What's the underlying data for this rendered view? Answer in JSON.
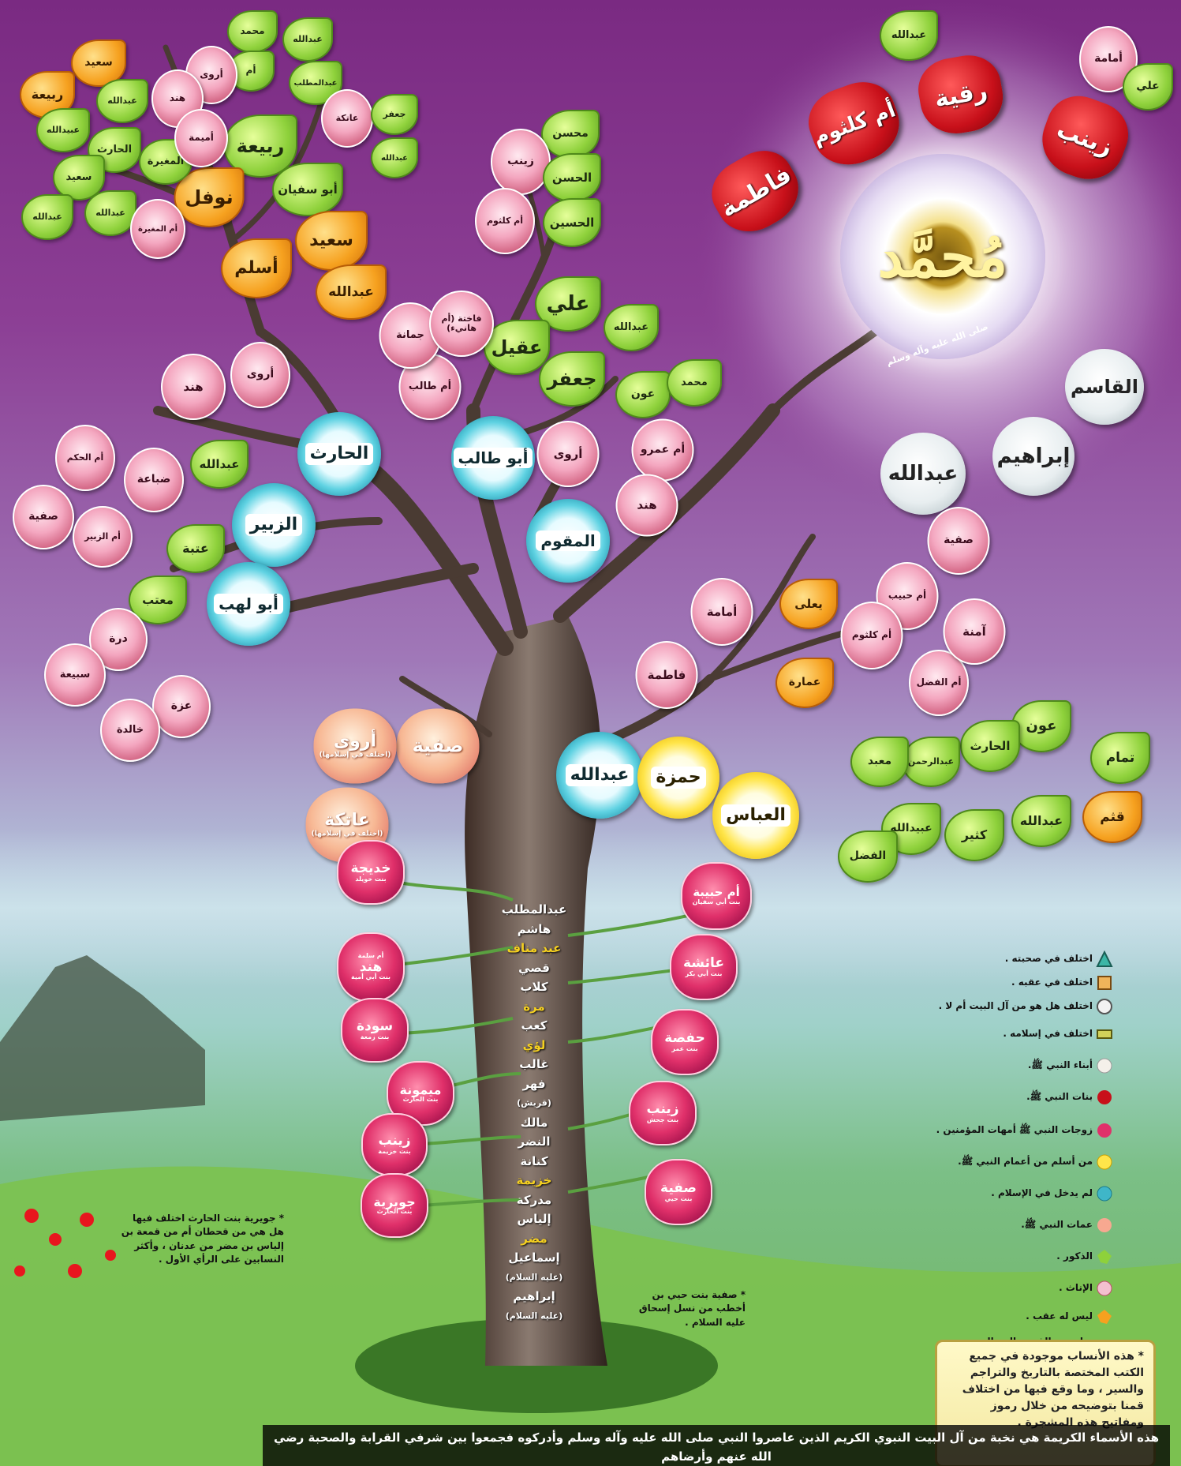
{
  "center": {
    "name": "مُحمَّد",
    "salutation": "صلى الله عليه وآله وسلم"
  },
  "daughters": [
    "فاطمة",
    "أم كلثوم",
    "رقية",
    "زينب"
  ],
  "sons": [
    "القاسم",
    "إبراهيم",
    "عبدالله"
  ],
  "grandchildren": [
    "عبدالله",
    "أمامة",
    "علي"
  ],
  "uncles": {
    "abdullah": "عبدالله",
    "hamza": "حمزة",
    "abbas": "العباس",
    "abu_talib": "أبو طالب",
    "harith": "الحارث",
    "zubair": "الزبير",
    "abu_lahab": "أبو لهب",
    "muqawwam": "المقوم"
  },
  "aunts": [
    "صفية",
    "أروى",
    "عاتكة"
  ],
  "aunt_notes": [
    "(اختلف في إسلامها)",
    "(اختلف في إسلامها)"
  ],
  "abbas_children": [
    "تمام",
    "عون",
    "الحارث",
    "عبدالرحمن",
    "معبد",
    "قثم",
    "عبدالله",
    "كثير",
    "عبيدالله",
    "الفضل"
  ],
  "hamza_children": [
    "يعلى",
    "عمارة",
    "أمامة",
    "فاطمة",
    "أم الفضل",
    "آمنة",
    "أم حبيب",
    "صفية",
    "أم كلثوم"
  ],
  "abu_talib_children": [
    "علي",
    "عقيل",
    "جعفر",
    "أم طالب",
    "جمانة",
    "فاختة (أم هانيء)"
  ],
  "ali_children": [
    "محسن",
    "زينب",
    "الحسن",
    "الحسين",
    "أم كلثوم"
  ],
  "jafar_children": [
    "عبدالله",
    "عون",
    "محمد"
  ],
  "muqawwam_children": [
    "أم عمرو",
    "أروى",
    "هند"
  ],
  "harith_children": [
    "ربيعة",
    "نوفل",
    "أبو سفيان",
    "سعيد",
    "أسلم",
    "عبدالله",
    "هند",
    "أروى"
  ],
  "harith_grand": [
    "سعيد",
    "ربيعة",
    "عبدالله",
    "عبيدالله",
    "الحارث",
    "المغيرة",
    "سعيد",
    "عبدالله",
    "عبدالله",
    "أم المغيرة",
    "محمد",
    "عبدالله",
    "عبدالمطلب",
    "أم",
    "أروى",
    "هند",
    "أميمة",
    "عاتكة",
    "جعفر",
    "عبدالله"
  ],
  "zubair_children": [
    "عبدالله",
    "ضباعة",
    "أم الحكم",
    "صفية",
    "أم الزبير"
  ],
  "abu_lahab_children": [
    "عتبة",
    "معتب",
    "درة",
    "سبيعة",
    "عزة",
    "خالدة"
  ],
  "wives": [
    {
      "name": "خديجة",
      "sub": "بنت خويلد"
    },
    {
      "name": "هند",
      "sub": "بنت أبي أمية",
      "top": "أم سلمة"
    },
    {
      "name": "سودة",
      "sub": "بنت زمعة"
    },
    {
      "name": "ميمونة",
      "sub": "بنت الحارث"
    },
    {
      "name": "زينب",
      "sub": "بنت خزيمة"
    },
    {
      "name": "جويرية",
      "sub": "بنت الحارث"
    },
    {
      "name": "أم حبيبة",
      "sub": "بنت أبي سفيان"
    },
    {
      "name": "عائشة",
      "sub": "بنت أبي بكر"
    },
    {
      "name": "حفصة",
      "sub": "بنت عمر"
    },
    {
      "name": "زينب",
      "sub": "بنت جحش"
    },
    {
      "name": "صفية",
      "sub": "بنت حيي"
    }
  ],
  "lineage": [
    "عبدالمطلب",
    "هاشم",
    "عبد مناف",
    "قصي",
    "كلاب",
    "مرة",
    "كعب",
    "لؤي",
    "غالب",
    "فهر",
    "(قريش)",
    "مالك",
    "النضر",
    "كنانة",
    "خزيمة",
    "مدركة",
    "إلياس",
    "مضر",
    "إسماعيل",
    "(عليه السلام)",
    "إبراهيم",
    "(عليه السلام)"
  ],
  "legend": [
    "اختلف في صحبته .",
    "اختلف في عقبه .",
    "اختلف هل هو من آل البيت أم لا .",
    "اختلف في إسلامه .",
    "أبناء النبي ﷺ.",
    "بنات النبي ﷺ.",
    "زوجات النبي ﷺ أمهات المؤمنين .",
    "من أسلم من أعمام النبي ﷺ.",
    "لم يدخل في الإسلام .",
    "عمات النبي ﷺ.",
    "الذكور .",
    "الإناث .",
    "ليس له عقب .",
    "صلة بين الفرع والجد البعيد ."
  ],
  "notes": {
    "juwayriya": "* جويرية بنت الحارث اختلف فيها هل هي من قحطان أم من قمعة بن إلياس بن مضر من عدنان ، وأكثر النسابين على الرأي الأول .",
    "safiya": "* صفية بنت حيي بن أخطب من نسل إسحاق عليه السلام .",
    "box": "* هذه الأنساب موجودة في جميع الكتب المختصة بالتاريخ والتراجم والسير ، وما وقع فيها من اختلاف قمنا بتوضيحه من خلال رموز ومفاتيح هذه المشجرة .",
    "bottom": "هذه الأسماء الكريمة هي نخبة من آل البيت النبوي الكريم الذين عاصروا النبي صلى الله عليه وآله وسلم وأدركوه فجمعوا بين شرفي القرابة والصحبة رضي الله عنهم وأرضاهم"
  },
  "colors": {
    "bg_top": "#7a2a82",
    "grass": "#6fb35a",
    "male_leaf": "#8ed13b",
    "orange_leaf": "#f6a11f",
    "rose": "#f4a7c0",
    "teal": "#1b8fa8",
    "yellow": "#ffe54a",
    "red": "#c8101a"
  }
}
